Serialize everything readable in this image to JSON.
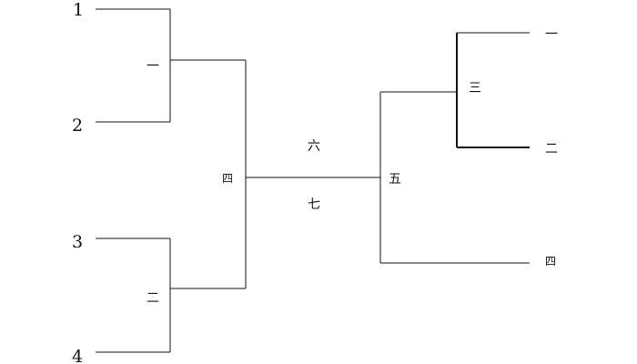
{
  "left_bracket": {
    "seeds": [
      "1",
      "2",
      "3",
      "4"
    ],
    "round1_matches": [
      "一",
      "二"
    ],
    "final_match": "四"
  },
  "center": {
    "upper_label": "六",
    "lower_label": "七"
  },
  "right_bracket": {
    "root_match": "五",
    "upper_match": "三",
    "entries": [
      "一",
      "二",
      "四"
    ]
  }
}
